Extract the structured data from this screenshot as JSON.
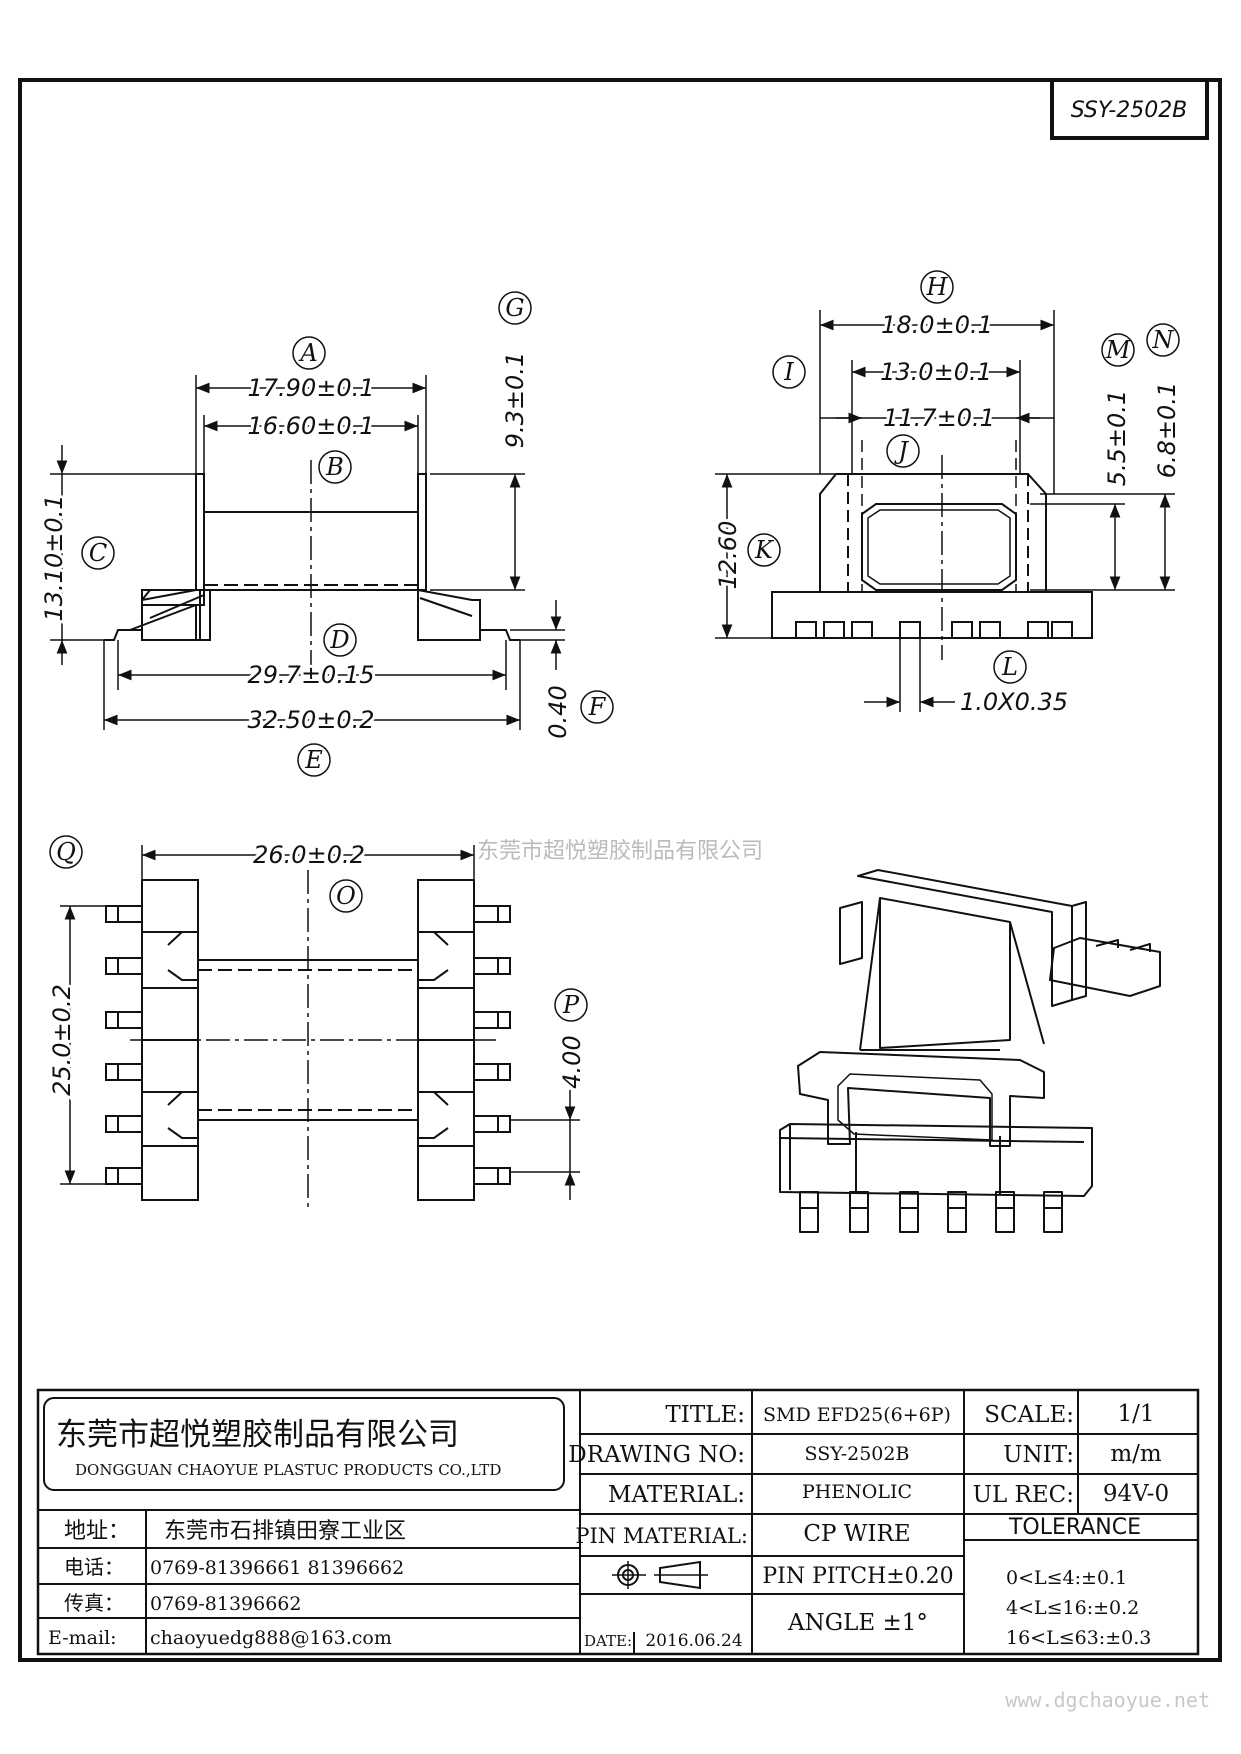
{
  "part_code": "SSY-2502B",
  "watermark": "东莞市超悦塑胶制品有限公司",
  "url": "www.dgchaoyue.net",
  "side_view": {
    "dim_a": "17.90±0.1",
    "dim_b": "16.60±0.1",
    "dim_g": "9.3±0.1",
    "dim_c": "13.10±0.1",
    "dim_d": "29.7±0.15",
    "dim_e": "32.50±0.2",
    "dim_f": "0.40",
    "labels": [
      "A",
      "B",
      "C",
      "D",
      "E",
      "F",
      "G"
    ]
  },
  "end_view": {
    "dim_h": "18.0±0.1",
    "dim_13": "13.0±0.1",
    "dim_11": "11.7±0.1",
    "dim_m": "5.5±0.1",
    "dim_n": "6.8±0.1",
    "dim_k": "12.60",
    "dim_l": "1.0X0.35",
    "labels": [
      "H",
      "I",
      "J",
      "K",
      "L",
      "M",
      "N"
    ]
  },
  "top_view": {
    "dim_o": "26.0±0.2",
    "dim_q": "25.0±0.2",
    "dim_p": "4.00",
    "labels": [
      "O",
      "P",
      "Q"
    ]
  },
  "title_block": {
    "company_cn": "东莞市超悦塑胶制品有限公司",
    "company_en": "DONGGUAN CHAOYUE PLASTUC PRODUCTS CO.,LTD",
    "addr_label": "地址：",
    "addr": "东莞市石排镇田寮工业区",
    "tel_label": "电话：",
    "tel": "0769-81396661   81396662",
    "fax_label": "传真：",
    "fax": "0769-81396662",
    "email_label": "E-mail:",
    "email": "chaoyuedg888@163.com",
    "title_label": "TITLE:",
    "title": "SMD EFD25(6+6P)",
    "drawing_no_label": "DRAWING NO:",
    "drawing_no": "SSY-2502B",
    "material_label": "MATERIAL:",
    "material": "PHENOLIC",
    "pin_material_label": "PIN MATERIAL:",
    "pin_material": "CP WIRE",
    "pin_pitch": "PIN PITCH±0.20",
    "date_label": "DATE:",
    "date": "2016.06.24",
    "angle": "ANGLE  ±1°",
    "scale_label": "SCALE:",
    "scale": "1/1",
    "unit_label": "UNIT:",
    "unit": "m/m",
    "ul_label": "UL REC:",
    "ul": "94V-0",
    "tolerance_label": "TOLERANCE",
    "tolerances": [
      "0<L≤4:±0.1",
      "4<L≤16:±0.2",
      "16<L≤63:±0.3"
    ]
  }
}
